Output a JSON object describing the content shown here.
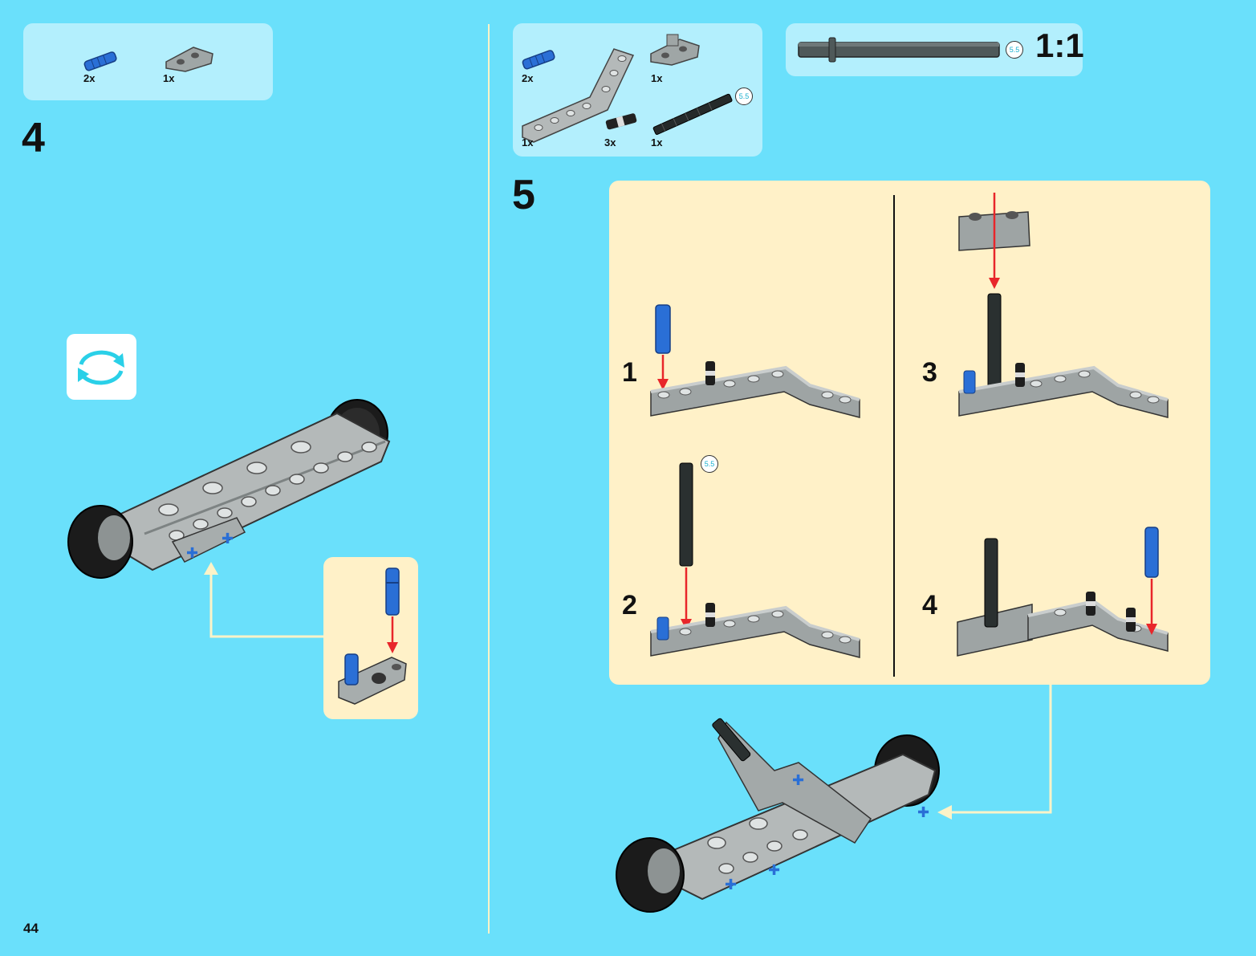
{
  "page_number": "44",
  "step4": {
    "number": "4",
    "parts": [
      {
        "qty": "2x",
        "part": "blue-axle-pin"
      },
      {
        "qty": "1x",
        "part": "gray-connector-block"
      }
    ]
  },
  "step5": {
    "number": "5",
    "parts": [
      {
        "qty": "2x",
        "part": "blue-axle-pin"
      },
      {
        "qty": "1x",
        "part": "gray-connector-block"
      },
      {
        "qty": "1x",
        "part": "bent-liftarm"
      },
      {
        "qty": "3x",
        "part": "black-friction-pin"
      },
      {
        "qty": "1x",
        "part": "black-axle"
      }
    ],
    "axle_length_badge": "5.5",
    "sub_steps": [
      "1",
      "2",
      "3",
      "4"
    ]
  },
  "scale_reference": {
    "label": "1:1",
    "length_badge": "5.5"
  },
  "colors": {
    "page_bg": "#6ae0fb",
    "parts_box": "#b3effd",
    "sub_panel": "#fff1c8",
    "arrow_red": "#e8262a",
    "callout_line": "#fcf3c8"
  }
}
